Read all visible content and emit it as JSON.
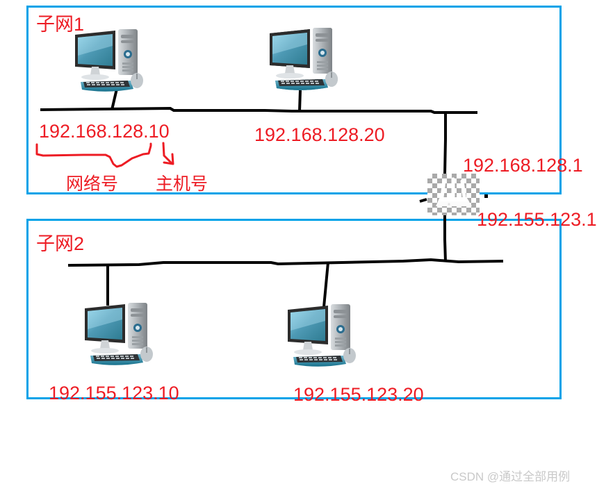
{
  "diagram": {
    "title_implicit": "",
    "colors": {
      "subnet_border": "#00a2e8",
      "label_red": "#ed1c24",
      "bus_line": "#000000",
      "watermark": "#c9c9c9"
    },
    "subnets": [
      {
        "id": "subnet1",
        "label": "子网1",
        "hosts": [
          {
            "name": "pc1",
            "ip": "192.168.128.10",
            "icon": "desktop-computer-icon"
          },
          {
            "name": "pc2",
            "ip": "192.168.128.20",
            "icon": "desktop-computer-icon"
          }
        ],
        "gateway_ip": "192.168.128.1"
      },
      {
        "id": "subnet2",
        "label": "子网2",
        "hosts": [
          {
            "name": "pc3",
            "ip": "192.155.123.10",
            "icon": "desktop-computer-icon"
          },
          {
            "name": "pc4",
            "ip": "192.155.123.20",
            "icon": "desktop-computer-icon"
          }
        ],
        "gateway_ip": "192.155.123.1"
      }
    ],
    "router": {
      "icon": "wireless-router-icon",
      "top_interface_ip": "192.168.128.1",
      "bottom_interface_ip": "192.155.123.1"
    },
    "annotations": {
      "network_id_label": "网络号",
      "host_id_label": "主机号",
      "annotated_address": "192.168.128.10",
      "brace_icon": "curly-brace-annotation-icon",
      "arrow_icon": "down-right-arrow-icon"
    }
  },
  "watermark": {
    "text": "CSDN @通过全部用例"
  }
}
